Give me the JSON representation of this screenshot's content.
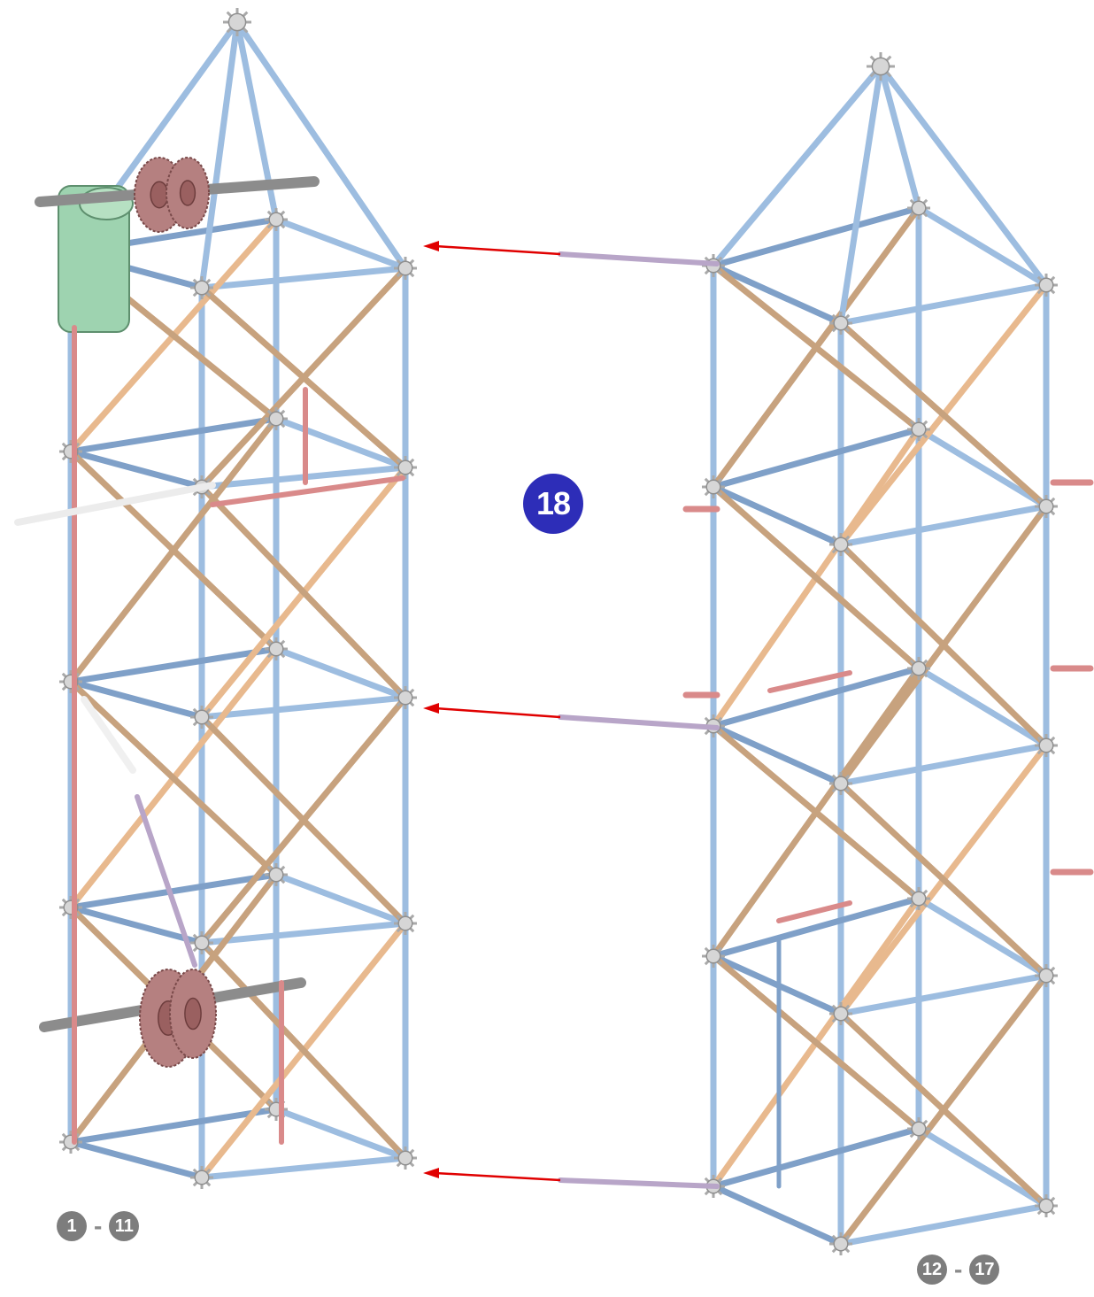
{
  "colors": {
    "blue_rod": "#9dbde0",
    "blue_rod_dark": "#7fa0c8",
    "tan_rod": "#c7a27e",
    "orange_rod": "#e8b98e",
    "red_rod": "#d98a8a",
    "purple_rod": "#b8a5c8",
    "connector": "#d6d6d6",
    "motor": "#9ed3b0",
    "gear": "#b58080",
    "axle": "#8c8c8c",
    "arrow": "#e00000",
    "badge_blue": "#2d2db8",
    "badge_gray": "#7d7d7d"
  },
  "diagram": {
    "step_number": "18",
    "left_tower_label": {
      "from": "1",
      "dash": "-",
      "to": "11"
    },
    "right_tower_label": {
      "from": "12",
      "dash": "-",
      "to": "17"
    },
    "icons": [
      "motor-icon",
      "gear-icon",
      "axle-icon",
      "connector-icon",
      "arrow-icon"
    ]
  }
}
